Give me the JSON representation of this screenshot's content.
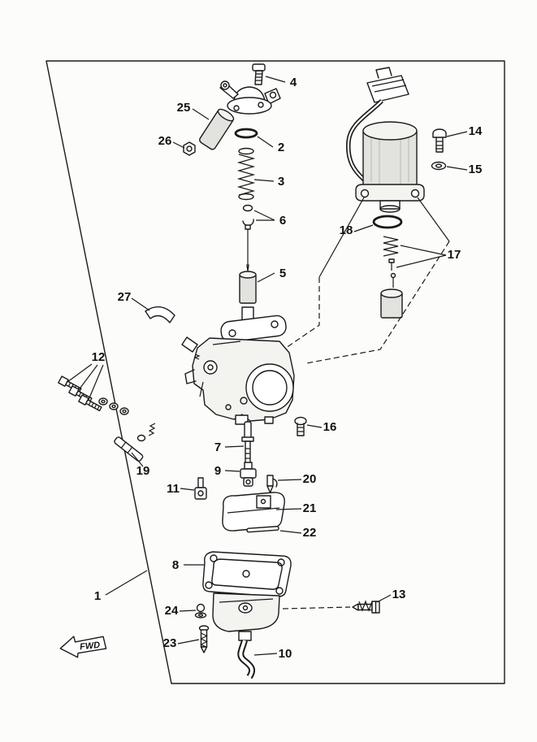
{
  "diagram": {
    "colors": {
      "line": "#1a1a1a",
      "background": "#fcfcfa"
    },
    "labels": {
      "l1": "1",
      "l2": "2",
      "l3": "3",
      "l4": "4",
      "l5": "5",
      "l6": "6",
      "l7": "7",
      "l8": "8",
      "l9": "9",
      "l10": "10",
      "l11": "11",
      "l12": "12",
      "l13": "13",
      "l14": "14",
      "l15": "15",
      "l16": "16",
      "l17": "17",
      "l18": "18",
      "l19": "19",
      "l20": "20",
      "l21": "21",
      "l22": "22",
      "l23": "23",
      "l24": "24",
      "l25": "25",
      "l26": "26",
      "l27": "27",
      "fwd": "FWD"
    }
  }
}
